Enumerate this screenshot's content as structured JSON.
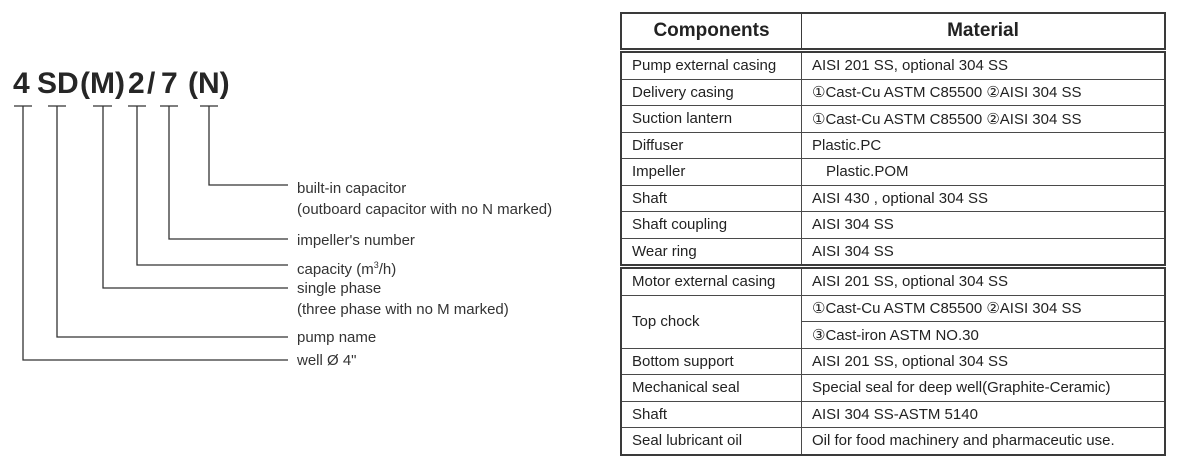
{
  "model_code": {
    "parts": [
      "4",
      "SD",
      "(M)",
      "2",
      "/",
      "7",
      "(N)"
    ]
  },
  "legend": {
    "capacitor": "built-in capacitor",
    "capacitor_note": "(outboard capacitor with no N marked)",
    "impeller_number": "impeller's number",
    "capacity_prefix": "capacity (m",
    "capacity_sup": "3",
    "capacity_suffix": "/h)",
    "single_phase": "single phase",
    "single_phase_note": "(three phase with no M marked)",
    "pump_name": "pump name",
    "well": "well Ø 4\""
  },
  "table": {
    "headers": [
      "Components",
      "Material"
    ],
    "rows": [
      {
        "component": "Pump external casing",
        "material": "AISI 201 SS, optional 304 SS"
      },
      {
        "component": "Delivery casing",
        "material": "①Cast-Cu ASTM C85500 ②AISI 304 SS"
      },
      {
        "component": "Suction lantern",
        "material": "①Cast-Cu ASTM C85500 ②AISI 304 SS"
      },
      {
        "component": "Diffuser",
        "material": "Plastic.PC"
      },
      {
        "component": "Impeller",
        "material": "Plastic.POM"
      },
      {
        "component": "Shaft",
        "material": "AISI 430 , optional 304 SS"
      },
      {
        "component": "Shaft coupling",
        "material": "AISI 304 SS"
      },
      {
        "component": "Wear ring",
        "material": "AISI 304 SS"
      },
      {
        "component": "Motor external casing",
        "material": "AISI 201 SS, optional 304 SS"
      },
      {
        "component": "Top chock",
        "material": "①Cast-Cu ASTM C85500 ②AISI 304 SS",
        "material_2": "③Cast-iron ASTM NO.30"
      },
      {
        "component": "Bottom support",
        "material": "AISI 201 SS, optional 304 SS"
      },
      {
        "component": "Mechanical seal",
        "material": "Special seal for deep well(Graphite-Ceramic)"
      },
      {
        "component": "Shaft",
        "material": "AISI 304 SS-ASTM 5140"
      },
      {
        "component": "Seal lubricant oil",
        "material": "Oil for food machinery and pharmaceutic use."
      }
    ]
  },
  "colors": {
    "text": "#222222",
    "line": "#333333",
    "border": "#3a3a3a"
  }
}
